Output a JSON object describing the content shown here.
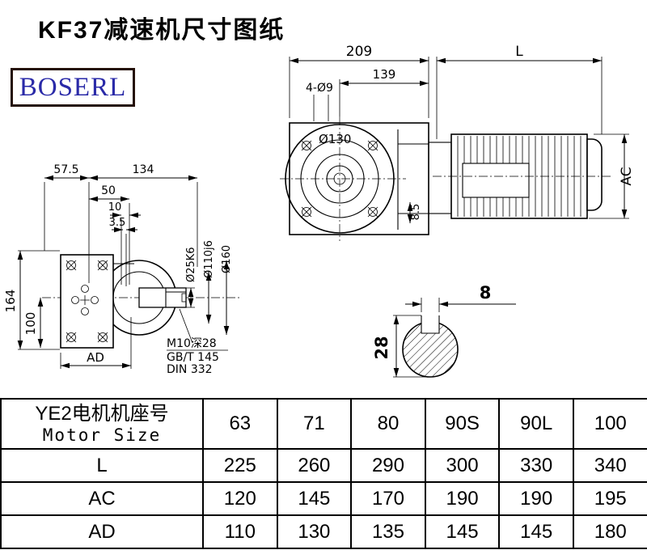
{
  "page": {
    "title": "KF37减速机尺寸图纸",
    "logo": "BOSERL"
  },
  "front_view": {
    "dim_209": "209",
    "dim_L": "L",
    "dim_139": "139",
    "holes_note": "4-Ø9",
    "flange_dia": "Ø130",
    "dim_AC": "AC",
    "dim_8_5": "8.5"
  },
  "side_view": {
    "dim_57_5": "57.5",
    "dim_134": "134",
    "dim_50": "50",
    "dim_10": "10",
    "dim_3_5": "3.5",
    "dim_164": "164",
    "dim_100": "100",
    "dim_AD": "AD",
    "shaft_dia": "Ø25K6",
    "spigot_dia": "Ø110j6",
    "flange_dia": "Ø160",
    "note_thread": "M10深28",
    "note_gb": "GB/T 145",
    "note_din": "DIN 332"
  },
  "section_view": {
    "key_width": "8",
    "key_height": "28"
  },
  "table": {
    "motor_header_cn": "YE2电机机座号",
    "motor_header_en": "Motor Size",
    "sizes": [
      "63",
      "71",
      "80",
      "90S",
      "90L",
      "100"
    ],
    "rows": [
      {
        "label": "L",
        "values": [
          "225",
          "260",
          "290",
          "300",
          "330",
          "340"
        ]
      },
      {
        "label": "AC",
        "values": [
          "120",
          "145",
          "170",
          "190",
          "190",
          "195"
        ]
      },
      {
        "label": "AD",
        "values": [
          "110",
          "130",
          "135",
          "145",
          "145",
          "180"
        ]
      }
    ]
  }
}
